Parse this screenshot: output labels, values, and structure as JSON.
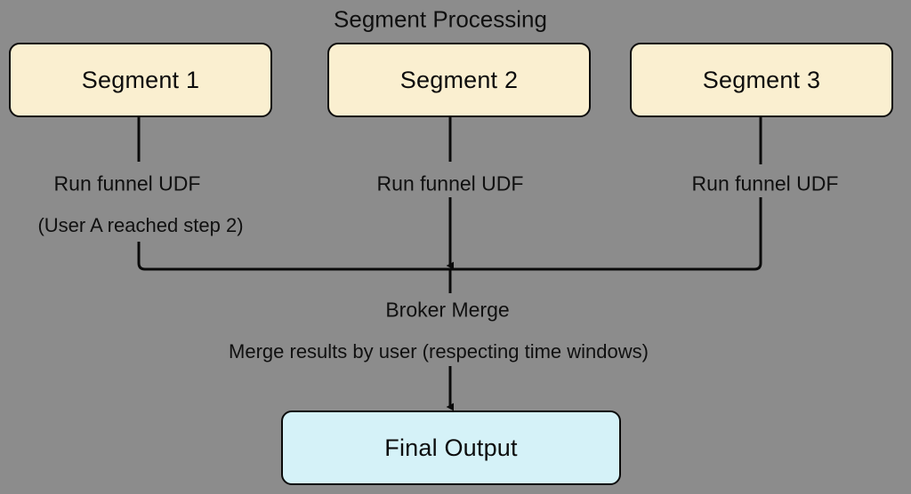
{
  "diagram": {
    "title": "Segment Processing",
    "background_color": "#8c8c8c",
    "nodes": [
      {
        "id": "segment-1",
        "label": "Segment 1",
        "fill": "#faefd0",
        "stroke": "#0a0a0a"
      },
      {
        "id": "segment-2",
        "label": "Segment 2",
        "fill": "#faefd0",
        "stroke": "#0a0a0a"
      },
      {
        "id": "segment-3",
        "label": "Segment 3",
        "fill": "#faefd0",
        "stroke": "#0a0a0a"
      },
      {
        "id": "final-output",
        "label": "Final Output",
        "fill": "#d5f2f8",
        "stroke": "#0a0a0a"
      }
    ],
    "edge_labels": {
      "segment_1_udf": "Run funnel UDF",
      "segment_1_note": "(User A reached step 2)",
      "segment_2_udf": "Run funnel UDF",
      "segment_3_udf": "Run funnel UDF",
      "merge_title": "Broker Merge",
      "merge_note": "Merge results by user (respecting time windows)"
    }
  }
}
